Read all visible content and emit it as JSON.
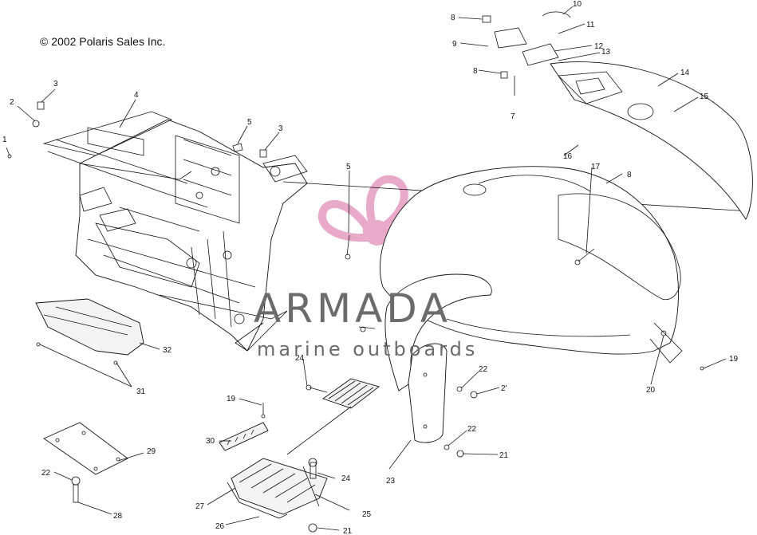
{
  "diagram": {
    "copyright": "© 2002 Polaris Sales Inc.",
    "watermark": {
      "brand": "ARMADA",
      "tagline": "marine outboards",
      "accent_color": "#e8a6c8",
      "text_color": "#6b6b6b"
    },
    "callouts": [
      {
        "id": "c1",
        "label": "1"
      },
      {
        "id": "c2",
        "label": "2"
      },
      {
        "id": "c3a",
        "label": "3"
      },
      {
        "id": "c3b",
        "label": "3"
      },
      {
        "id": "c4",
        "label": "4"
      },
      {
        "id": "c5a",
        "label": "5"
      },
      {
        "id": "c5b",
        "label": "5"
      },
      {
        "id": "c7",
        "label": "7"
      },
      {
        "id": "c8a",
        "label": "8"
      },
      {
        "id": "c8b",
        "label": "8"
      },
      {
        "id": "c8c",
        "label": "8"
      },
      {
        "id": "c9",
        "label": "9"
      },
      {
        "id": "c10",
        "label": "10"
      },
      {
        "id": "c11",
        "label": "11"
      },
      {
        "id": "c12",
        "label": "12"
      },
      {
        "id": "c13",
        "label": "13"
      },
      {
        "id": "c14",
        "label": "14"
      },
      {
        "id": "c15",
        "label": "15"
      },
      {
        "id": "c16",
        "label": "16"
      },
      {
        "id": "c17",
        "label": "17"
      },
      {
        "id": "c19a",
        "label": "19"
      },
      {
        "id": "c19b",
        "label": "19"
      },
      {
        "id": "c20",
        "label": "20"
      },
      {
        "id": "c21a",
        "label": "2'"
      },
      {
        "id": "c21b",
        "label": "21"
      },
      {
        "id": "c21c",
        "label": "21"
      },
      {
        "id": "c22a",
        "label": "22"
      },
      {
        "id": "c22b",
        "label": "22"
      },
      {
        "id": "c22c",
        "label": "22"
      },
      {
        "id": "c23",
        "label": "23"
      },
      {
        "id": "c24a",
        "label": "24"
      },
      {
        "id": "c24b",
        "label": "24"
      },
      {
        "id": "c25",
        "label": "25"
      },
      {
        "id": "c26",
        "label": "26"
      },
      {
        "id": "c27",
        "label": "27"
      },
      {
        "id": "c28",
        "label": "28"
      },
      {
        "id": "c29",
        "label": "29"
      },
      {
        "id": "c30",
        "label": "30"
      },
      {
        "id": "c31",
        "label": "31"
      },
      {
        "id": "c32",
        "label": "32"
      }
    ]
  }
}
